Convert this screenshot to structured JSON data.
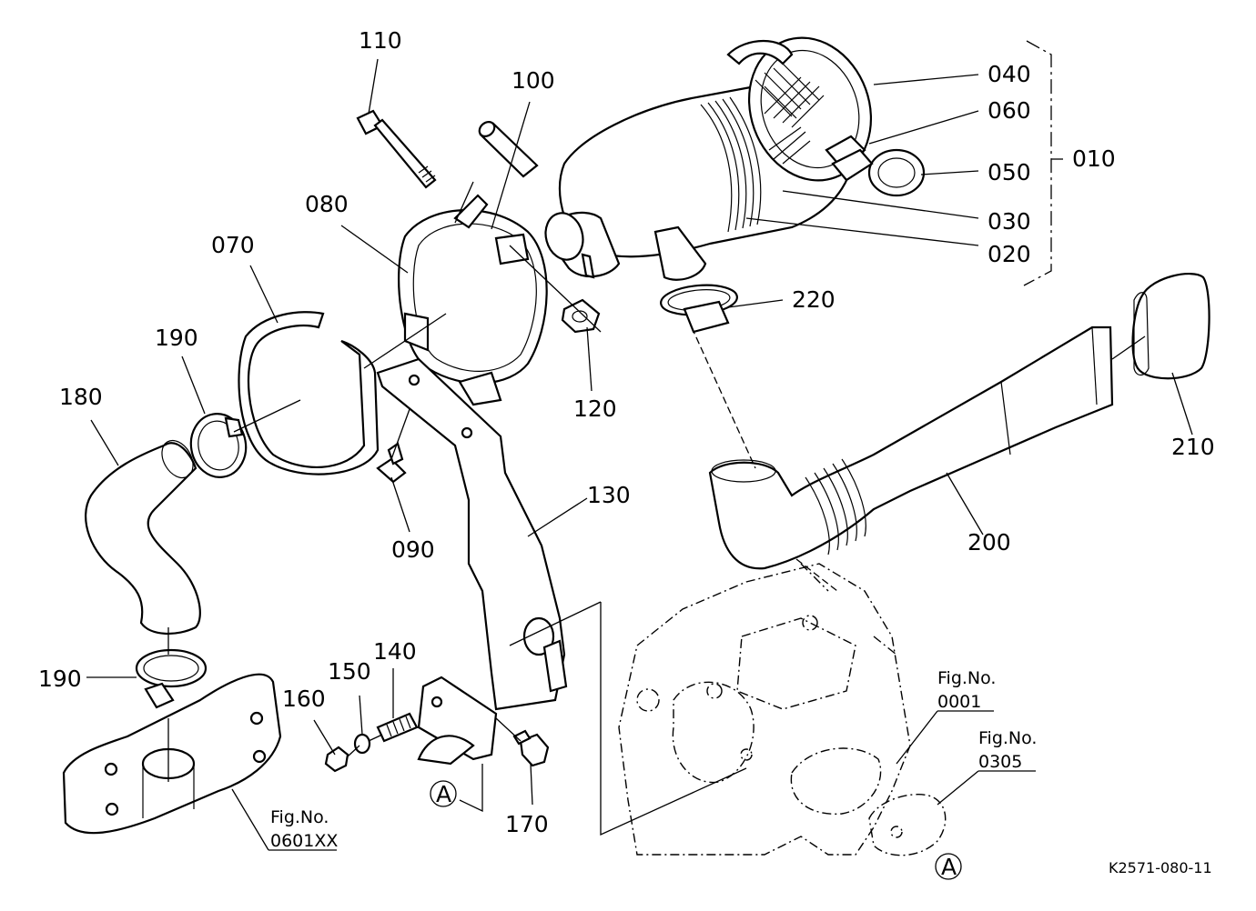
{
  "diagram": {
    "code": "K2571-080-11",
    "group_label": "010",
    "callouts": [
      {
        "id": "040",
        "label": "040"
      },
      {
        "id": "060",
        "label": "060"
      },
      {
        "id": "050",
        "label": "050"
      },
      {
        "id": "030",
        "label": "030"
      },
      {
        "id": "020",
        "label": "020"
      },
      {
        "id": "110",
        "label": "110"
      },
      {
        "id": "100",
        "label": "100"
      },
      {
        "id": "080",
        "label": "080"
      },
      {
        "id": "070",
        "label": "070"
      },
      {
        "id": "190a",
        "label": "190"
      },
      {
        "id": "180",
        "label": "180"
      },
      {
        "id": "120",
        "label": "120"
      },
      {
        "id": "220",
        "label": "220"
      },
      {
        "id": "210",
        "label": "210"
      },
      {
        "id": "200",
        "label": "200"
      },
      {
        "id": "090",
        "label": "090"
      },
      {
        "id": "130",
        "label": "130"
      },
      {
        "id": "190b",
        "label": "190"
      },
      {
        "id": "160",
        "label": "160"
      },
      {
        "id": "150",
        "label": "150"
      },
      {
        "id": "140",
        "label": "140"
      },
      {
        "id": "170",
        "label": "170"
      }
    ],
    "fig_refs": [
      {
        "title": "Fig.No.",
        "number": "0001"
      },
      {
        "title": "Fig.No.",
        "number": "0305"
      },
      {
        "title": "Fig.No.",
        "number": "0601XX"
      }
    ],
    "markers": [
      "A",
      "A"
    ]
  }
}
